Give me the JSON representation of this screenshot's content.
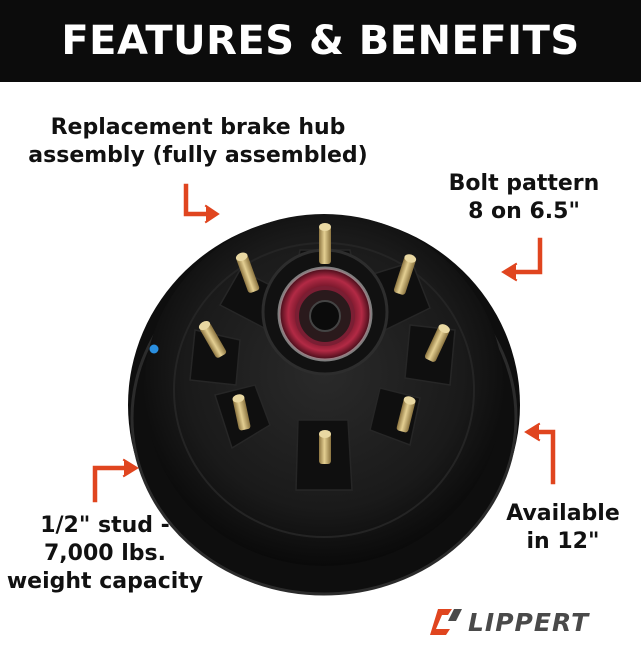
{
  "banner": {
    "title": "FEATURES & BENEFITS"
  },
  "callouts": {
    "hub": {
      "lines": [
        "Replacement brake hub",
        "assembly (fully assembled)"
      ]
    },
    "bolt": {
      "lines": [
        "Bolt pattern",
        "8 on 6.5\""
      ]
    },
    "stud": {
      "lines": [
        "1/2\" stud -",
        "7,000 lbs.",
        "weight capacity"
      ]
    },
    "available": {
      "lines": [
        "Available",
        "in 12\""
      ]
    }
  },
  "colors": {
    "banner_bg": "#0c0c0c",
    "arrow": "#e0451f",
    "hub_body": "#141414",
    "stud": "#c8ad6a",
    "seal": "#a0243a",
    "logo_mark": "#e0451f",
    "logo_text": "#4a4a4a"
  },
  "logo": {
    "text": "LIPPERT",
    "icon": "lippert-logo-icon"
  }
}
